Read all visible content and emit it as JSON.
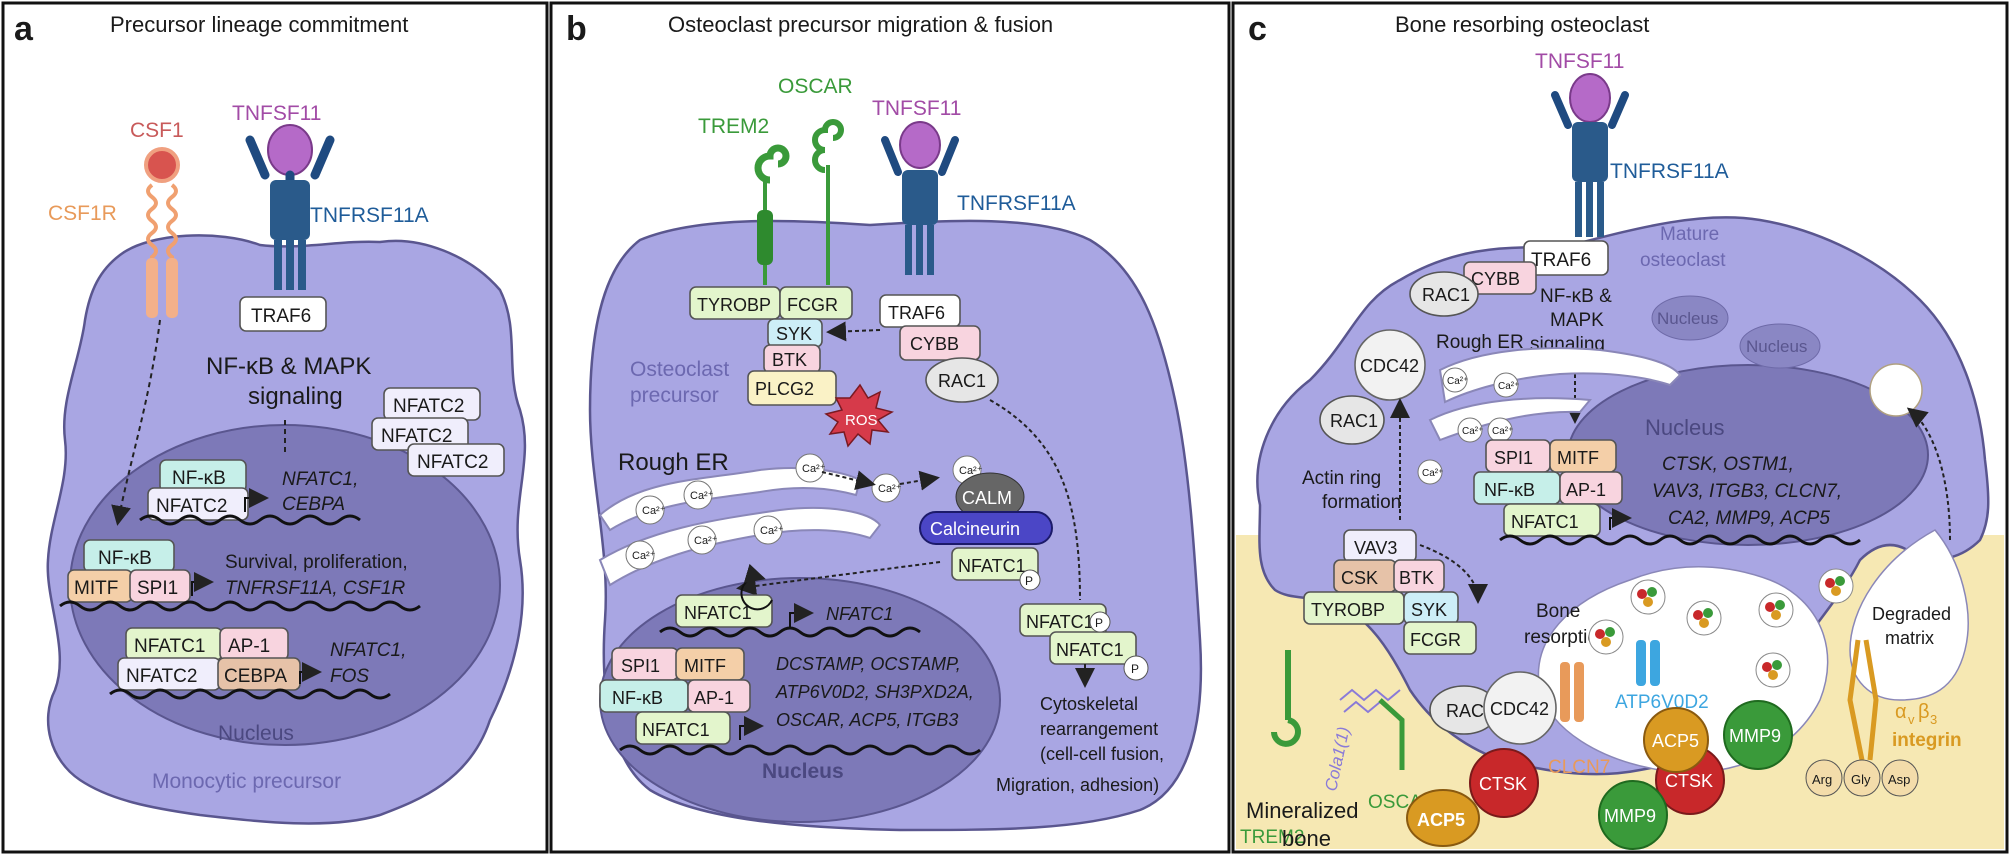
{
  "panels": {
    "a": {
      "letter": "a",
      "title": "Precursor lineage commitment"
    },
    "b": {
      "letter": "b",
      "title": "Osteoclast precursor migration & fusion"
    },
    "c": {
      "letter": "c",
      "title": "Bone resorbing osteoclast"
    }
  },
  "a": {
    "csf1": "CSF1",
    "csf1r": "CSF1R",
    "tnfsf11": "TNFSF11",
    "tnfrsf11a": "TNFRSF11A",
    "traf6": "TRAF6",
    "signal1": "NF-κB & MAPK",
    "signal2": "signaling",
    "nfatc2": "NFATC2",
    "nfkb": "NF-κB",
    "mitf": "MITF",
    "spi1": "SPI1",
    "nfatc1": "NFATC1",
    "ap1": "AP-1",
    "cebpa": "CEBPA",
    "genes1a": "NFATC1,",
    "genes1b": "CEBPA",
    "genes2a": "Survival, proliferation,",
    "genes2b": "TNFRSF11A, CSF1R",
    "genes3a": "NFATC1,",
    "genes3b": "FOS",
    "nucleus": "Nucleus",
    "cell": "Monocytic precursor"
  },
  "b": {
    "trem2": "TREM2",
    "oscar": "OSCAR",
    "tnfsf11": "TNFSF11",
    "tnfrsf11a": "TNFRSF11A",
    "tyrobp": "TYROBP",
    "fcgr": "FCGR",
    "syk": "SYK",
    "btk": "BTK",
    "plcg2": "PLCG2",
    "traf6": "TRAF6",
    "cybb": "CYBB",
    "rac1": "RAC1",
    "ros": "ROS",
    "cell1": "Osteoclast",
    "cell2": "precursor",
    "rough_er": "Rough ER",
    "ca": "Ca²⁺",
    "calm": "CALM",
    "calcineurin": "Calcineurin",
    "nfatc1": "NFATC1",
    "p": "P",
    "nfatc1_gene": "NFATC1",
    "spi1": "SPI1",
    "mitf": "MITF",
    "nfkb": "NF-κB",
    "ap1": "AP-1",
    "genes": [
      "DCSTAMP, OCSTAMP,",
      "ATP6V0D2, SH3PXD2A,",
      "OSCAR, ACP5, ITGB3"
    ],
    "nucleus": "Nucleus",
    "cyto": [
      "Cytoskeletal",
      "rearrangement",
      "(cell-cell fusion,",
      "Migration,  adhesion)"
    ]
  },
  "c": {
    "tnfsf11": "TNFSF11",
    "tnfrsf11a": "TNFRSF11A",
    "traf6": "TRAF6",
    "cybb": "CYBB",
    "rac1": "RAC1",
    "signal": [
      "NF-κB &",
      "MAPK",
      "signaling"
    ],
    "mature1": "Mature",
    "mature2": "osteoclast",
    "nucleus_small": "Nucleus",
    "cdc42": "CDC42",
    "rough_er": "Rough ER",
    "ca": "Ca²⁺",
    "actin": [
      "Actin ring",
      "formation"
    ],
    "nucleus": "Nucleus",
    "spi1": "SPI1",
    "mitf": "MITF",
    "nfkb": "NF-κB",
    "ap1": "AP-1",
    "nfatc1": "NFATC1",
    "genes": [
      "CTSK,  OSTM1,",
      "VAV3, ITGB3, CLCN7,",
      "CA2, MMP9, ACP5"
    ],
    "vav3": "VAV3",
    "csk": "CSK",
    "btk": "BTK",
    "tyrobp": "TYROBP",
    "syk": "SYK",
    "fcgr": "FCGR",
    "bone_res": [
      "Bone",
      "resorption"
    ],
    "trem2": "TREM2",
    "col": "Cola1(1)",
    "oscar": "OSCAR",
    "ctsk": "CTSK",
    "clcn7": "CLCN7",
    "acp5": "ACP5",
    "mmp9": "MMP9",
    "atp6v0d2": "ATP6V0D2",
    "degraded": [
      "Degraded",
      "matrix"
    ],
    "integrin_a": "α",
    "integrin_sub_v": "v",
    "integrin_b": "β",
    "integrin_sub_3": "3",
    "integrin": "integrin",
    "arg": "Arg",
    "gly": "Gly",
    "asp": "Asp",
    "bone": [
      "Mineralized",
      "bone"
    ]
  },
  "colors": {
    "cell": "#a9a6e3",
    "nucleus": "#7d79b8",
    "bone": "#f6e8b3",
    "green": "#3a9a3a",
    "purple": "#a24ba6",
    "blue": "#1f5c99",
    "orange": "#e89a5a",
    "red": "#c8282a",
    "gold": "#d99a22",
    "atp_blue": "#3da6e0"
  }
}
